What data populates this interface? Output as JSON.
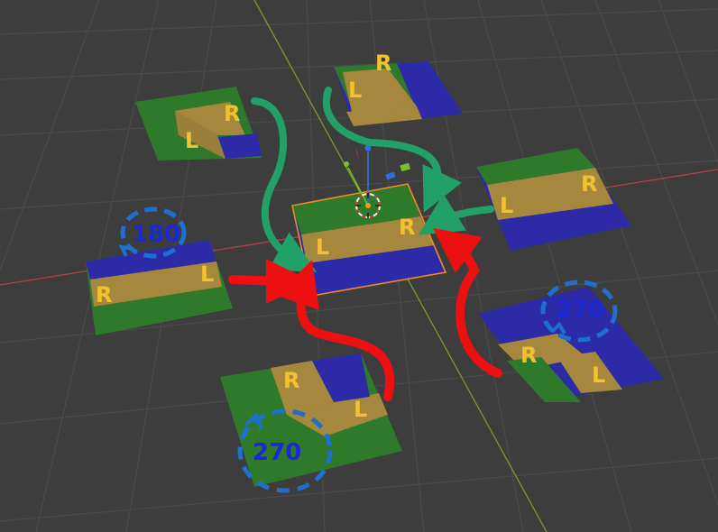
{
  "colors": {
    "background": "#3d3d3d",
    "grid": "#4a4a4a",
    "axis_x": "#b4424a",
    "axis_y": "#7a9a2a",
    "tile_green": "#2e7a2a",
    "tile_yellow": "#a5873e",
    "tile_blue": "#2c2aa6",
    "label_yellow": "#f2c12e",
    "label_blue": "#1a28d8",
    "arrow_green": "#21a06a",
    "arrow_red": "#ee1010",
    "rotation_marker": "#1f6fd0",
    "selection_outline": "#f08a24"
  },
  "tiles": {
    "center": {
      "left": "L",
      "right": "R"
    },
    "top": {
      "left": "L",
      "right": "R"
    },
    "top_left": {
      "left": "L",
      "right": "R"
    },
    "right": {
      "left": "L",
      "right": "R"
    },
    "left": {
      "left": "L",
      "right": "R",
      "rotation": "180"
    },
    "bottom": {
      "left": "L",
      "right": "R",
      "rotation": "270"
    },
    "bottom_right": {
      "left": "L",
      "right": "R",
      "rotation": "270"
    }
  },
  "icons": {
    "object_origin": "3d-cursor-icon",
    "gizmo": "transform-gizmo-icon"
  }
}
